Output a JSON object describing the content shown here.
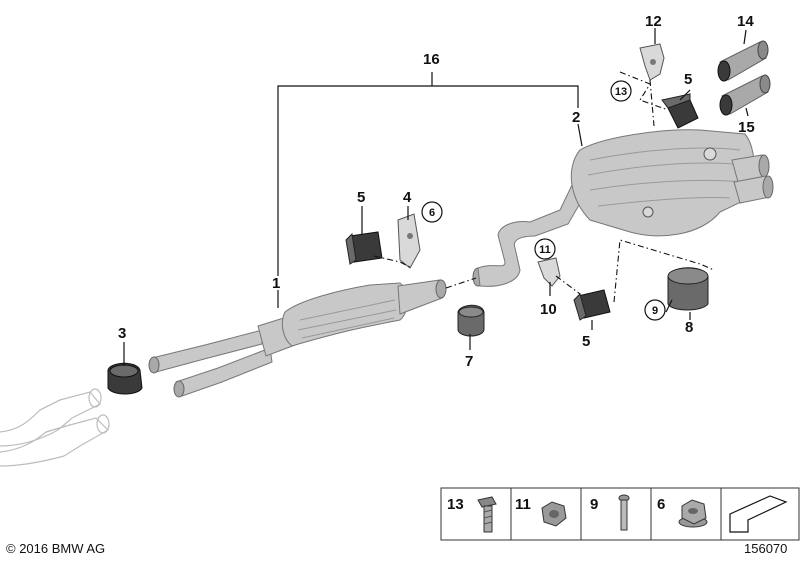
{
  "labels": {
    "p1": "1",
    "p2": "2",
    "p3": "3",
    "p4": "4",
    "p5a": "5",
    "p5b": "5",
    "p5c": "5",
    "p6": "6",
    "p7": "7",
    "p8": "8",
    "p9": "9",
    "p10": "10",
    "p11": "11",
    "p12": "12",
    "p13": "13",
    "p14": "14",
    "p15": "15",
    "p16": "16"
  },
  "legend": {
    "items": [
      {
        "number": "13",
        "icon": "hex-bolt-icon"
      },
      {
        "number": "11",
        "icon": "hex-nut-icon"
      },
      {
        "number": "9",
        "icon": "bolt-icon"
      },
      {
        "number": "6",
        "icon": "flange-nut-icon"
      }
    ],
    "arrow_icon": "direction-arrow-icon"
  },
  "footer": {
    "copyright": "© 2016 BMW AG",
    "diagram_id": "156070"
  }
}
